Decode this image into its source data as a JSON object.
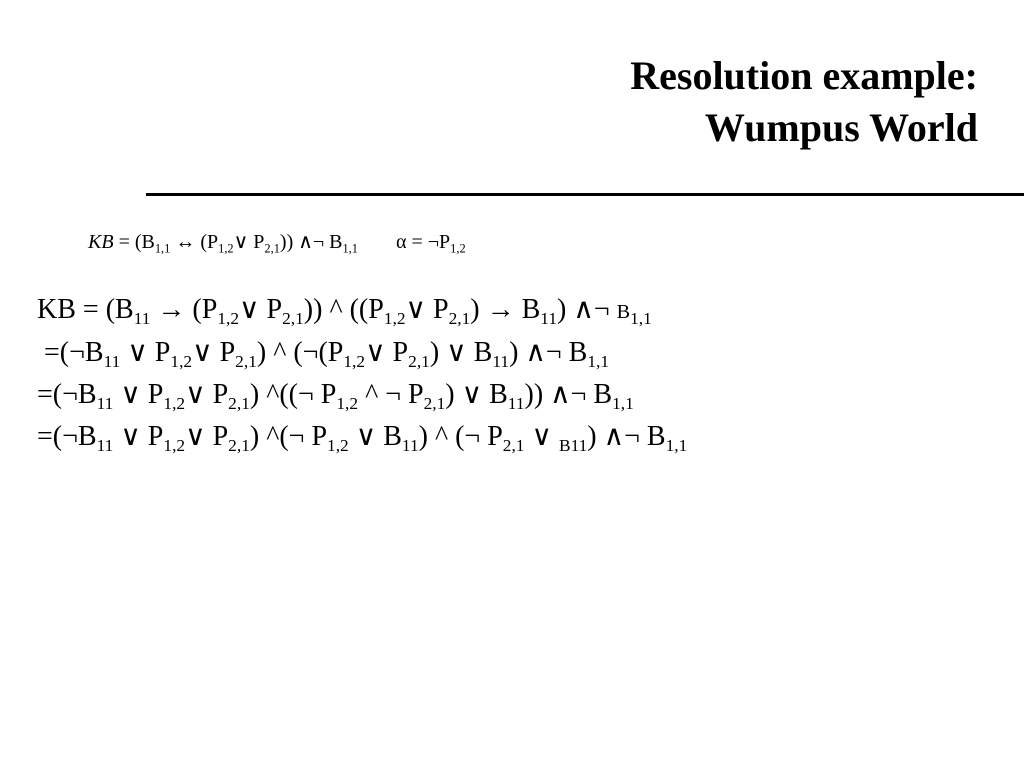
{
  "slide": {
    "title_line1": "Resolution example:",
    "title_line2": "Wumpus World"
  },
  "formulas": {
    "kb_def": {
      "kb": "KB",
      "body_pre": "= (B",
      "s1": "1,1",
      "t1": " ↔ (P",
      "s2": "1,2",
      "t2": "∨ P",
      "s3": "2,1",
      "t3": ")) ∧¬ B",
      "s4": "1,1"
    },
    "alpha": {
      "pre": "α = ¬P",
      "s1": "1,2"
    },
    "lines": [
      {
        "t0": "KB = (B",
        "s0": "11",
        "t1": " → (P",
        "s1": "1,2",
        "t2": "∨ P",
        "s2": "2,1",
        "t3": ")) ^ ((P",
        "s3": "1,2",
        "t4": "∨ P",
        "s4": "2,1",
        "t5": ") → B",
        "s5": "11",
        "t6": ") ∧¬",
        "small_b": "B",
        "s6": "1,1"
      },
      {
        "t0": "=(¬B",
        "s0": "11",
        "t1": " ∨ P",
        "s1": "1,2",
        "t2": "∨ P",
        "s2": "2,1",
        "t3": ") ^ (¬(P",
        "s3": "1,2",
        "t4": "∨ P",
        "s4": "2,1",
        "t5": ") ∨ B",
        "s5": "11",
        "t6": ") ∧¬ B",
        "s6": "1,1"
      },
      {
        "t0": "=(¬B",
        "s0": "11",
        "t1": " ∨ P",
        "s1": "1,2",
        "t2": "∨ P",
        "s2": "2,1",
        "t3": ") ^((¬ P",
        "s3": "1,2",
        "t4": " ^ ¬ P",
        "s4": "2,1",
        "t5": ") ∨ B",
        "s5": "11",
        "t6": ")) ∧¬ B",
        "s6": "1,1"
      },
      {
        "t0": "=(¬B",
        "s0": "11",
        "t1": " ∨ P",
        "s1": "1,2",
        "t2": "∨ P",
        "s2": "2,1",
        "t3": ") ^(¬ P",
        "s3": "1,2",
        "t4": " ∨ B",
        "s4": "11",
        "t5": ") ^ (¬ P",
        "s5": "2,1",
        "t6": " ∨ ",
        "small_sub": "B11",
        "t7": ") ∧¬ B",
        "s7": "1,1"
      }
    ]
  }
}
